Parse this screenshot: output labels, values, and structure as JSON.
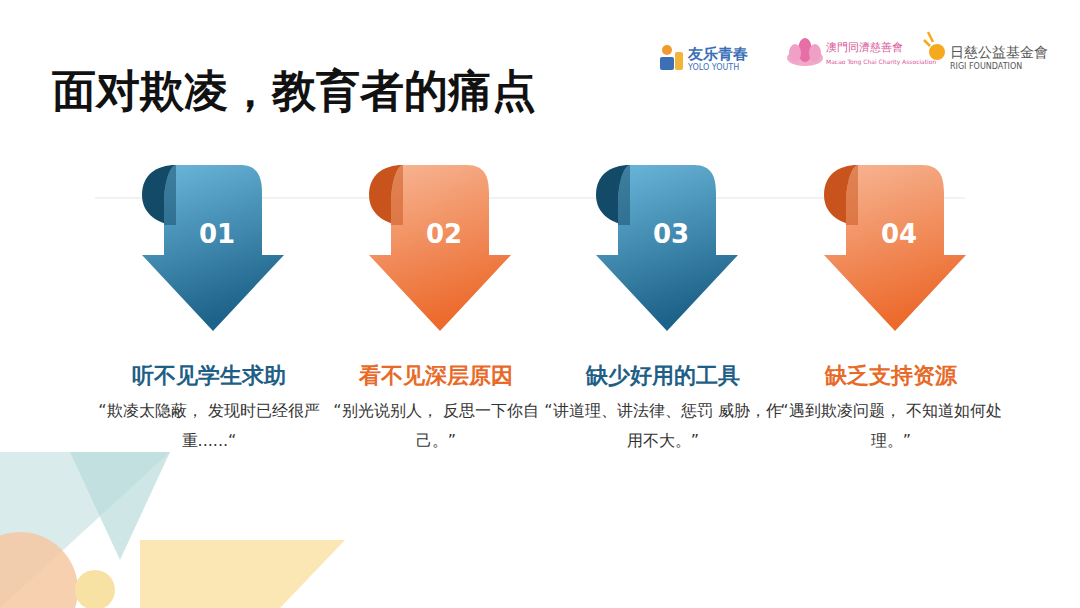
{
  "diagram": {
    "title": "面对欺凌，教育者的痛点",
    "nodes": [
      {
        "text": [
          "01",
          "听不见学生求助",
          "“欺凌太隐蔽， 发现时已经很严重......“"
        ]
      },
      {
        "text": [
          "02",
          "看不见深层原因",
          "“别光说别人， 反思一下你自己。”"
        ]
      },
      {
        "text": [
          "03",
          "缺少好用的工具",
          "“讲道理、讲法律、惩罚 威胁，作用不大。”"
        ]
      },
      {
        "text": [
          "04",
          "缺乏支持资源",
          "“遇到欺凌问题， 不知道如何处理。”"
        ]
      }
    ],
    "labels": [
      "友乐青春",
      "YOLO YOUTH",
      "澳門同濟慈善會",
      "Macao Tong Chai Charity Association",
      "日慈公益基金會",
      "RIGI FOUNDATION"
    ]
  }
}
